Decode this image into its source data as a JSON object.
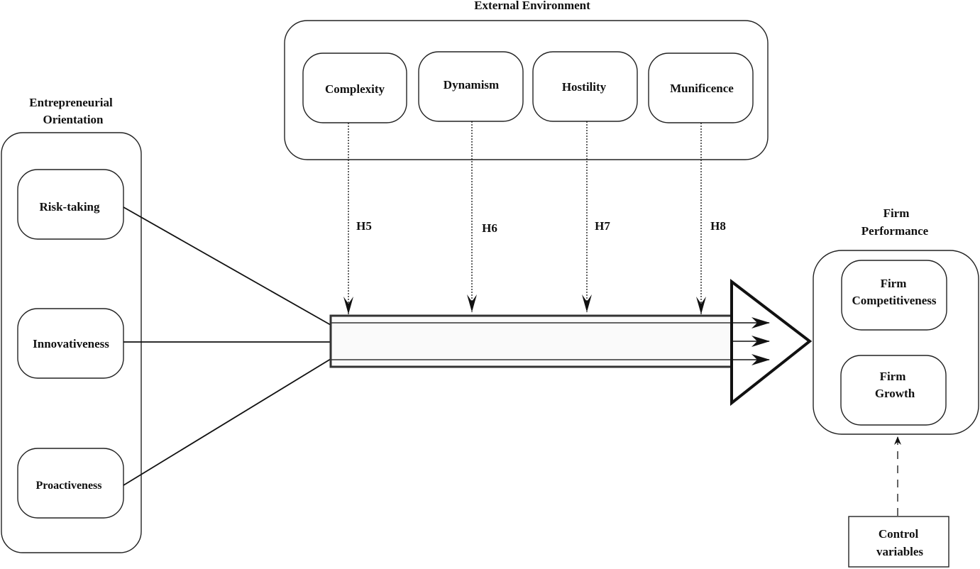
{
  "external_environment": {
    "title": "External Environment",
    "factors": [
      "Complexity",
      "Dynamism",
      "Hostility",
      "Munificence"
    ]
  },
  "entrepreneurial_orientation": {
    "title_line1": "Entrepreneurial",
    "title_line2": "Orientation",
    "dimensions": [
      "Risk-taking",
      "Innovativeness",
      "Proactiveness"
    ]
  },
  "hypotheses": [
    "H5",
    "H6",
    "H7",
    "H8"
  ],
  "firm_performance": {
    "title_line1": "Firm",
    "title_line2": "Performance",
    "competitiveness_line1": "Firm",
    "competitiveness_line2": "Competitiveness",
    "growth_line1": "Firm",
    "growth_line2": "Growth"
  },
  "control_variables": {
    "line1": "Control",
    "line2": "variables"
  }
}
